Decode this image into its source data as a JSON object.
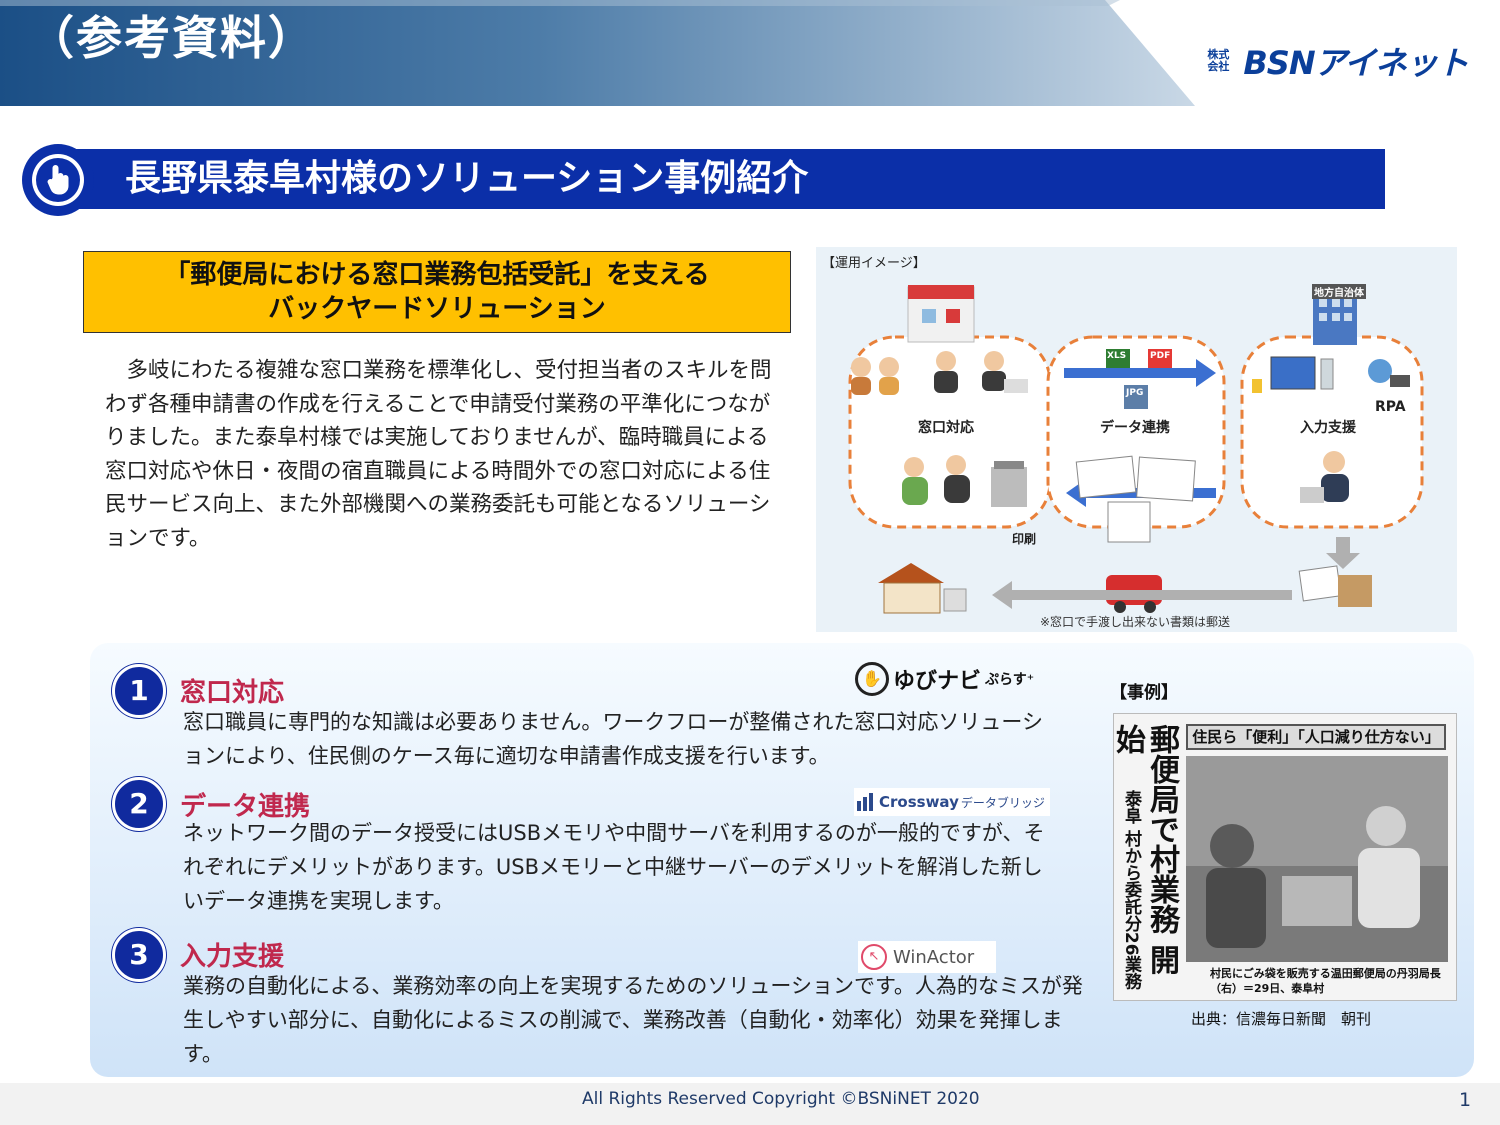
{
  "header": {
    "title": "（参考資料）",
    "logo_kabu": "株式会社",
    "logo_name": "BSNアイネット"
  },
  "section": {
    "title": "長野県泰阜村様のソリューション事例紹介"
  },
  "highlight": {
    "line1": "「郵便局における窓口業務包括受託」を支える",
    "line2": "バックヤードソリューション"
  },
  "description": "　多岐にわたる複雑な窓口業務を標準化し、受付担当者のスキルを問わず各種申請書の作成を行えることで申請受付業務の平準化につながりました。また泰阜村様では実施しておりませんが、臨時職員による窓口対応や休日・夜間の宿直職員による時間外での窓口対応による住民サービス向上、また外部機関への業務委託も可能となるソリューションです。",
  "diagram": {
    "caption": "【運用イメージ】",
    "gov_label": "地方自治体",
    "labels": {
      "madoguchi": "窓口対応",
      "data": "データ連携",
      "input": "入力支援",
      "rpa": "RPA",
      "print": "印刷"
    },
    "file_types": [
      "XLS",
      "PDF",
      "JPG"
    ],
    "note": "※窓口で手渡し出来ない書類は郵送"
  },
  "items": [
    {
      "num": "1",
      "title": "窓口対応",
      "desc": "窓口職員に専門的な知識は必要ありません。ワークフローが整備された窓口対応ソリューションにより、住民側のケース毎に適切な申請書作成支援を行います。",
      "brand": "ゆびナビ",
      "brand_sub": "ぷらす⁺"
    },
    {
      "num": "2",
      "title": "データ連携",
      "desc": "ネットワーク間のデータ授受にはUSBメモリや中間サーバを利用するのが一般的ですが、それぞれにデメリットがあります。USBメモリーと中継サーバーのデメリットを解消した新しいデータ連携を実現します。",
      "brand": "Crossway",
      "brand_sub": "データブリッジ"
    },
    {
      "num": "3",
      "title": "入力支援",
      "desc": "業務の自動化による、業務効率の向上を実現するためのソリューションです。人為的なミスが発生しやすい部分に、自動化によるミスの削減で、業務改善（自動化・効率化）効果を発揮します。",
      "brand": "WinActor",
      "brand_sub": ""
    }
  ],
  "case": {
    "label": "【事例】",
    "headline": "郵便局で村業務 開始",
    "sub_headline": "泰阜 村から委託分26業務",
    "top_banner": "住民ら「便利」「人口減り仕方ない」",
    "photo_caption": "村民にごみ袋を販売する温田郵便局の丹羽局長（右）＝29日、泰阜村",
    "source": "出典：信濃毎日新聞　朝刊"
  },
  "footer": {
    "copyright": "All Rights Reserved Copyright  ©BSNiNET 2020",
    "page": "1"
  }
}
